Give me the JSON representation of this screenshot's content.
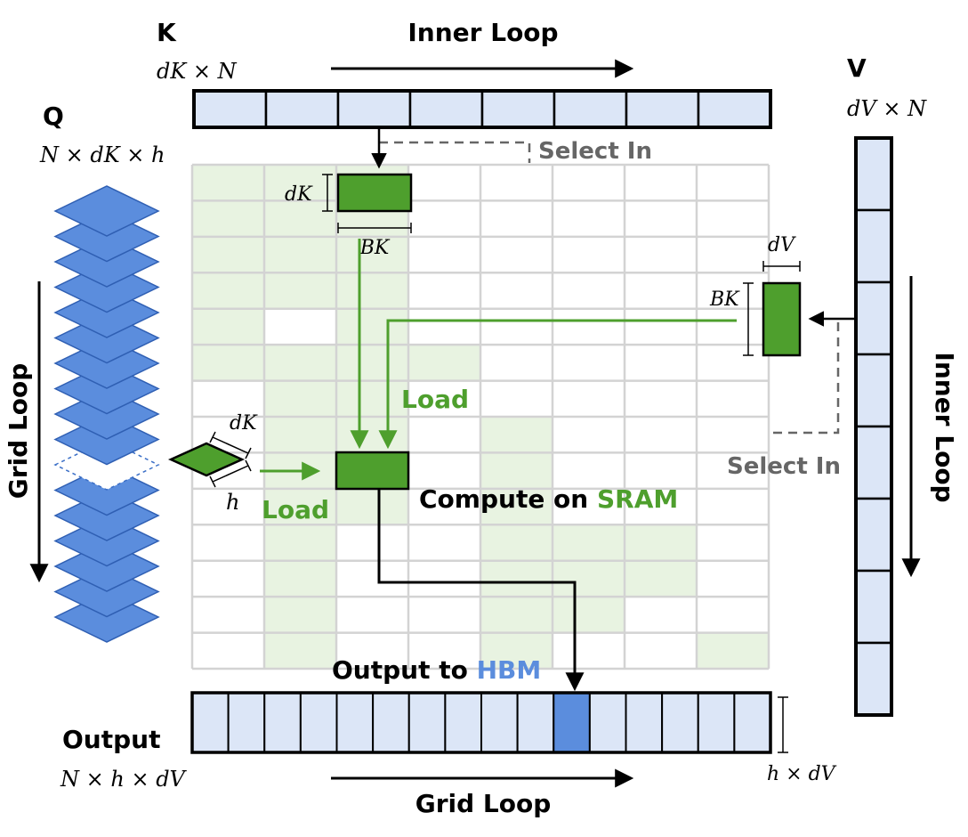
{
  "labels": {
    "k_title": "K",
    "k_dims": "dK × N",
    "q_title": "Q",
    "q_dims": "N × dK × h",
    "v_title": "V",
    "v_dims": "dV × N",
    "inner_loop_top": "Inner Loop",
    "inner_loop_right": "Inner Loop",
    "grid_loop_left": "Grid Loop",
    "grid_loop_bottom": "Grid Loop",
    "select_in_top": "Select In",
    "select_in_right": "Select In",
    "load_top": "Load",
    "load_left": "Load",
    "compute_prefix": "Compute on ",
    "compute_highlight": "SRAM",
    "output_prefix": "Output to ",
    "output_highlight": "HBM",
    "output_title": "Output",
    "output_dims": "N × h × dV",
    "out_side_dims": "h × dV",
    "k_block_height": "dK",
    "k_block_width": "BK",
    "v_block_width": "dV",
    "v_block_height": "BK",
    "q_block_side1": "dK",
    "q_block_side2": "h"
  },
  "colors": {
    "tensor_fill": "#dce6f7",
    "q_fill": "#5b8ddd",
    "block_green": "#4e9f2d",
    "label_green": "#4e9f2d",
    "label_blue": "#5b8ddd",
    "grid_highlight": "#e8f3e1",
    "grid_line": "#d3d3d3",
    "dashed_gray": "#666666"
  },
  "structure": {
    "k_cells": 8,
    "v_cells": 8,
    "output_cells": 16,
    "output_highlight_index": 10,
    "q_layers": 17,
    "q_dashed_layer": 10,
    "grid_rows": 14,
    "grid_cols": 8,
    "highlighted_cells": [
      [
        0,
        0
      ],
      [
        1,
        0
      ],
      [
        2,
        0
      ],
      [
        3,
        0
      ],
      [
        4,
        0
      ],
      [
        5,
        0
      ],
      [
        0,
        1
      ],
      [
        1,
        1
      ],
      [
        2,
        1
      ],
      [
        3,
        1
      ],
      [
        5,
        1
      ],
      [
        6,
        1
      ],
      [
        7,
        1
      ],
      [
        8,
        1
      ],
      [
        9,
        1
      ],
      [
        10,
        1
      ],
      [
        11,
        1
      ],
      [
        12,
        1
      ],
      [
        13,
        1
      ],
      [
        0,
        2
      ],
      [
        1,
        2
      ],
      [
        2,
        2
      ],
      [
        3,
        2
      ],
      [
        4,
        2
      ],
      [
        5,
        2
      ],
      [
        6,
        2
      ],
      [
        7,
        2
      ],
      [
        8,
        2
      ],
      [
        9,
        2
      ],
      [
        5,
        3
      ],
      [
        7,
        4
      ],
      [
        8,
        4
      ],
      [
        9,
        4
      ],
      [
        10,
        4
      ],
      [
        11,
        4
      ],
      [
        12,
        4
      ],
      [
        13,
        4
      ],
      [
        10,
        5
      ],
      [
        11,
        5
      ],
      [
        12,
        5
      ],
      [
        10,
        6
      ],
      [
        11,
        6
      ],
      [
        13,
        7
      ]
    ]
  }
}
